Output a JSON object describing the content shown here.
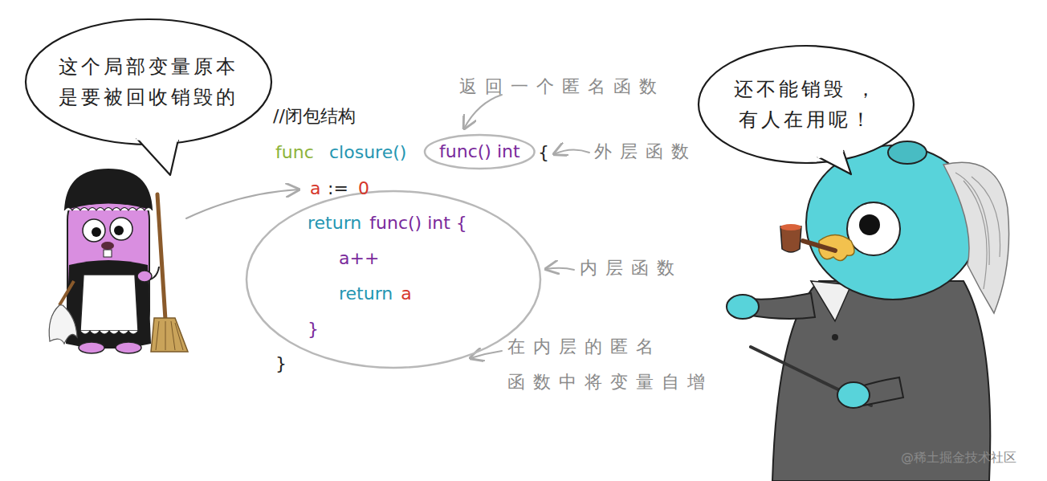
{
  "diagram": {
    "nodes": [
      {
        "text": [
          "这个局部变量原本 是要被回收销毁的"
        ]
      },
      {
        "text": [
          "func() int"
        ]
      },
      {
        "text": [
          "return",
          "func() int {",
          "a++",
          "return",
          "a",
          "}"
        ]
      },
      {
        "text": [
          "还不能销毁 ，有人在用呢！"
        ]
      }
    ],
    "labels": [
      "返回一个匿名函数",
      "//闭包结构",
      "func",
      "closure()",
      "{",
      "外层函数",
      "a",
      ":=",
      "0",
      "内层函数",
      "在内层的匿名 函数中将变量自增",
      "}",
      "@稀土掘金技术社区"
    ]
  }
}
